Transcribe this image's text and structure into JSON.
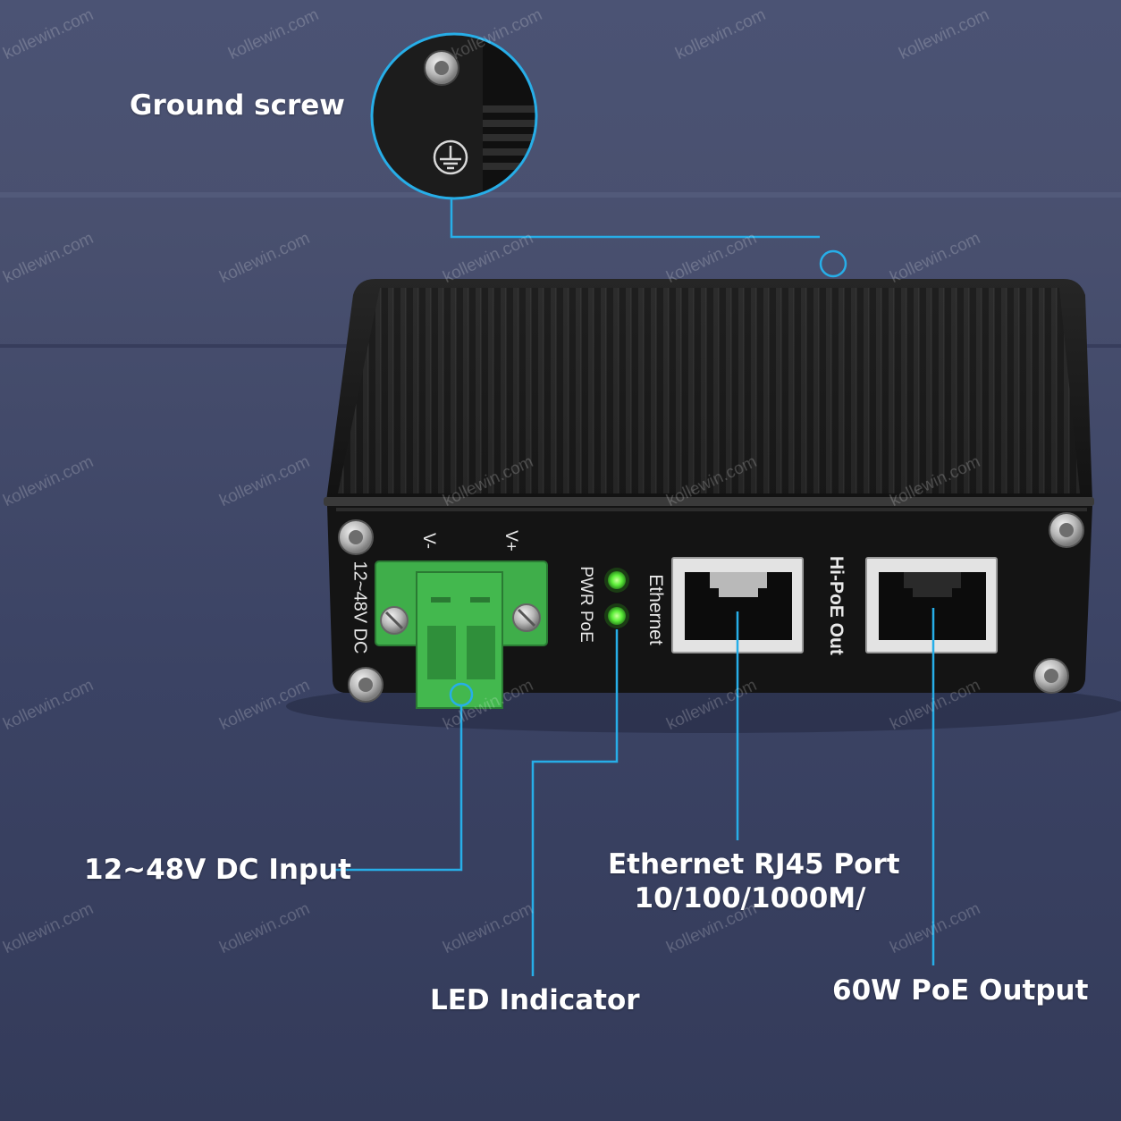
{
  "callouts": {
    "ground_screw": "Ground screw",
    "dc_input": "12~48V DC Input",
    "led_indicator": "LED Indicator",
    "ethernet_port": [
      "Ethernet RJ45 Port",
      "10/100/1000M/"
    ],
    "poe_output": "60W PoE Output"
  },
  "panel_text": {
    "dc": "12~48V DC",
    "v_minus": "V-",
    "v_plus": "V+",
    "pwr_poe": "PWR PoE",
    "ethernet": "Ethernet",
    "hipoe_out": "Hi-PoE Out"
  },
  "watermark": "kollewin.com",
  "colors": {
    "background": "#3a4262",
    "callout_line": "#27aee8",
    "led_green": "#5df03a",
    "terminal_green": "#3fae4a",
    "housing": "#141414"
  },
  "icons": [
    "ground-symbol-icon",
    "screw-icon",
    "led-icon",
    "rj45-port-icon",
    "terminal-block-icon"
  ]
}
